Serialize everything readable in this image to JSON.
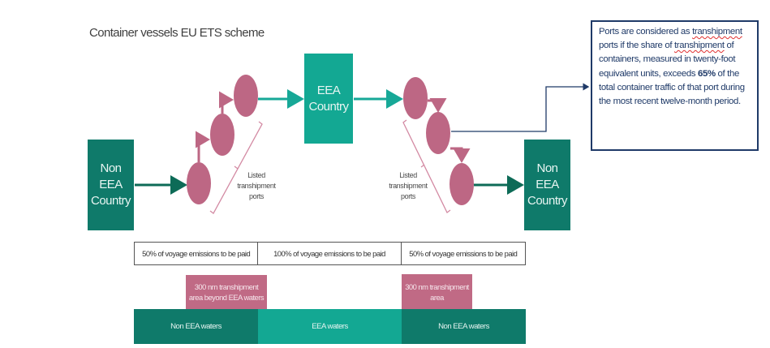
{
  "title": "Container vessels EU ETS scheme",
  "colors": {
    "non_eea": "#0f7a6a",
    "eea": "#13a893",
    "port": "#bd6784",
    "callout_border": "#1f3a68",
    "dark_arrow": "#0d6b57",
    "teal_arrow": "#17a897"
  },
  "boxes": {
    "left_country": {
      "line1": "Non EEA",
      "line2": "Country"
    },
    "middle_country": {
      "line1": "EEA",
      "line2": "Country"
    },
    "right_country": {
      "line1": "Non EEA",
      "line2": "Country"
    }
  },
  "port_labels": {
    "left": {
      "line1": "Listed",
      "line2": "transhipment",
      "line3": "ports"
    },
    "right": {
      "line1": "Listed",
      "line2": "transhipment",
      "line3": "ports"
    }
  },
  "callout": {
    "part1": "Ports are considered as ",
    "word1": "transhipment",
    "part2": " ports if the share of ",
    "word2": "transhipment",
    "part3": " of containers, measured in twenty-foot equivalent units, exceeds ",
    "highlight": "65%",
    "part4": " of the total container traffic of that port during the most recent twelve-month period."
  },
  "emissions_row": [
    {
      "label": "50% of voyage emissions to be paid"
    },
    {
      "label": "100% of voyage emissions to be paid"
    },
    {
      "label": "50% of voyage emissions to be paid"
    }
  ],
  "transhipment_areas": {
    "left": {
      "line1": "300 nm transhipment",
      "line2": "area beyond EEA waters"
    },
    "right": {
      "line1": "300 nm transhipment",
      "line2": "area"
    }
  },
  "waters": [
    {
      "label": "Non EEA waters"
    },
    {
      "label": "EEA waters"
    },
    {
      "label": "Non EEA waters"
    }
  ]
}
